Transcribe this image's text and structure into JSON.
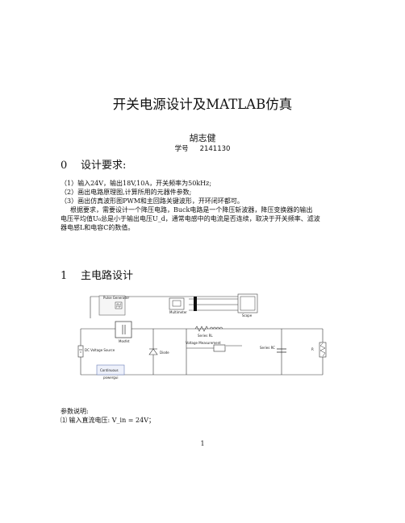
{
  "title": "开关电源设计及MATLAB仿真",
  "author": "胡志健",
  "student_id": {
    "label": "学号",
    "value": "2141130"
  },
  "section0": {
    "number": "0",
    "heading": "设计要求:",
    "items": [
      "（1）输入24V，输出18V,10A，开关频率为50kHz;",
      "（2）画出电路原理图,计算所用的元器件参数;",
      "（3）画出仿真波形图PWM和主回路关键波形，开环闭环都可。"
    ],
    "paragraph": [
      "根据要求，需要设计一个降压电路，Buck电路是一个降压斩波器，降压变换器的输出",
      "电压平均值U₀总是小于输出电压U_d，通常电感中的电流是否连续，取决于开关频率、滤波",
      "器电感L和电容C的数值。"
    ]
  },
  "section1": {
    "number": "1",
    "heading": "主电路设计"
  },
  "diagram": {
    "blocks": {
      "pulse": "Pulse Generator",
      "multimeter": "Multimeter",
      "scope": "Scope",
      "mosfet": "Mosfet",
      "series_rl": "Series RL",
      "voltage_measurement": "Voltage Measurement",
      "series_rc": "Series RC",
      "load": "R",
      "dc_source": "DC Voltage Source",
      "diode": "Diode",
      "powergui_label": "powergui",
      "powergui_mode": "Continuous"
    }
  },
  "params": {
    "title": "参数说明:",
    "line1": "⑴ 输入直流电压: V_in = 24V；"
  },
  "page_number": "1"
}
